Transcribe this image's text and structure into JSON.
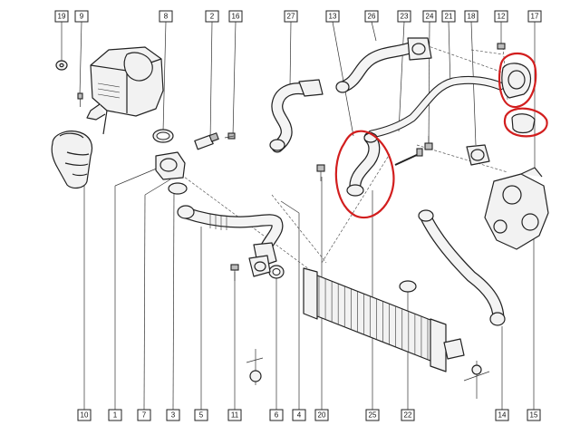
{
  "labels": {
    "top": [
      "19",
      "9",
      "8",
      "2",
      "16",
      "27",
      "13",
      "26",
      "23",
      "24",
      "21",
      "18",
      "12",
      "17"
    ],
    "bottom": [
      "10",
      "1",
      "7",
      "3",
      "5",
      "11",
      "6",
      "4",
      "20",
      "25",
      "22",
      "14",
      "15"
    ]
  },
  "colors": {
    "highlight": "#d21e1e",
    "line": "#222222",
    "part_fill": "#f2f2f2"
  }
}
